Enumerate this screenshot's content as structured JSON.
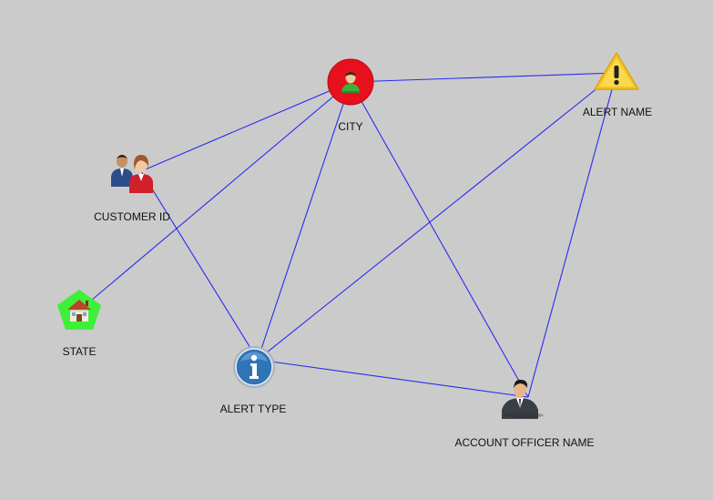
{
  "graph": {
    "nodes": [
      {
        "id": "city",
        "label": "CITY",
        "icon": "person-in-red-circle-icon"
      },
      {
        "id": "alert_name",
        "label": "ALERT NAME",
        "icon": "warning-triangle-icon"
      },
      {
        "id": "customer_id",
        "label": "CUSTOMER ID",
        "icon": "two-people-icon"
      },
      {
        "id": "state",
        "label": "STATE",
        "icon": "house-in-green-pentagon-icon"
      },
      {
        "id": "alert_type",
        "label": "ALERT TYPE",
        "icon": "info-circle-icon"
      },
      {
        "id": "account_officer_name",
        "label": "ACCOUNT OFFICER NAME",
        "icon": "businessman-icon"
      }
    ],
    "edges": [
      {
        "from": "city",
        "to": "alert_name"
      },
      {
        "from": "city",
        "to": "customer_id"
      },
      {
        "from": "city",
        "to": "state"
      },
      {
        "from": "city",
        "to": "alert_type"
      },
      {
        "from": "city",
        "to": "account_officer_name"
      },
      {
        "from": "alert_name",
        "to": "alert_type"
      },
      {
        "from": "alert_name",
        "to": "account_officer_name"
      },
      {
        "from": "customer_id",
        "to": "alert_type"
      },
      {
        "from": "alert_type",
        "to": "account_officer_name"
      }
    ]
  },
  "colors": {
    "background": "#cbcbcb",
    "edge": "#2b2bf0",
    "city_circle": "#e8101c",
    "state_pentagon": "#3ef03a",
    "warning_fill": "#f5c424",
    "info_fill": "#2f74b5"
  }
}
